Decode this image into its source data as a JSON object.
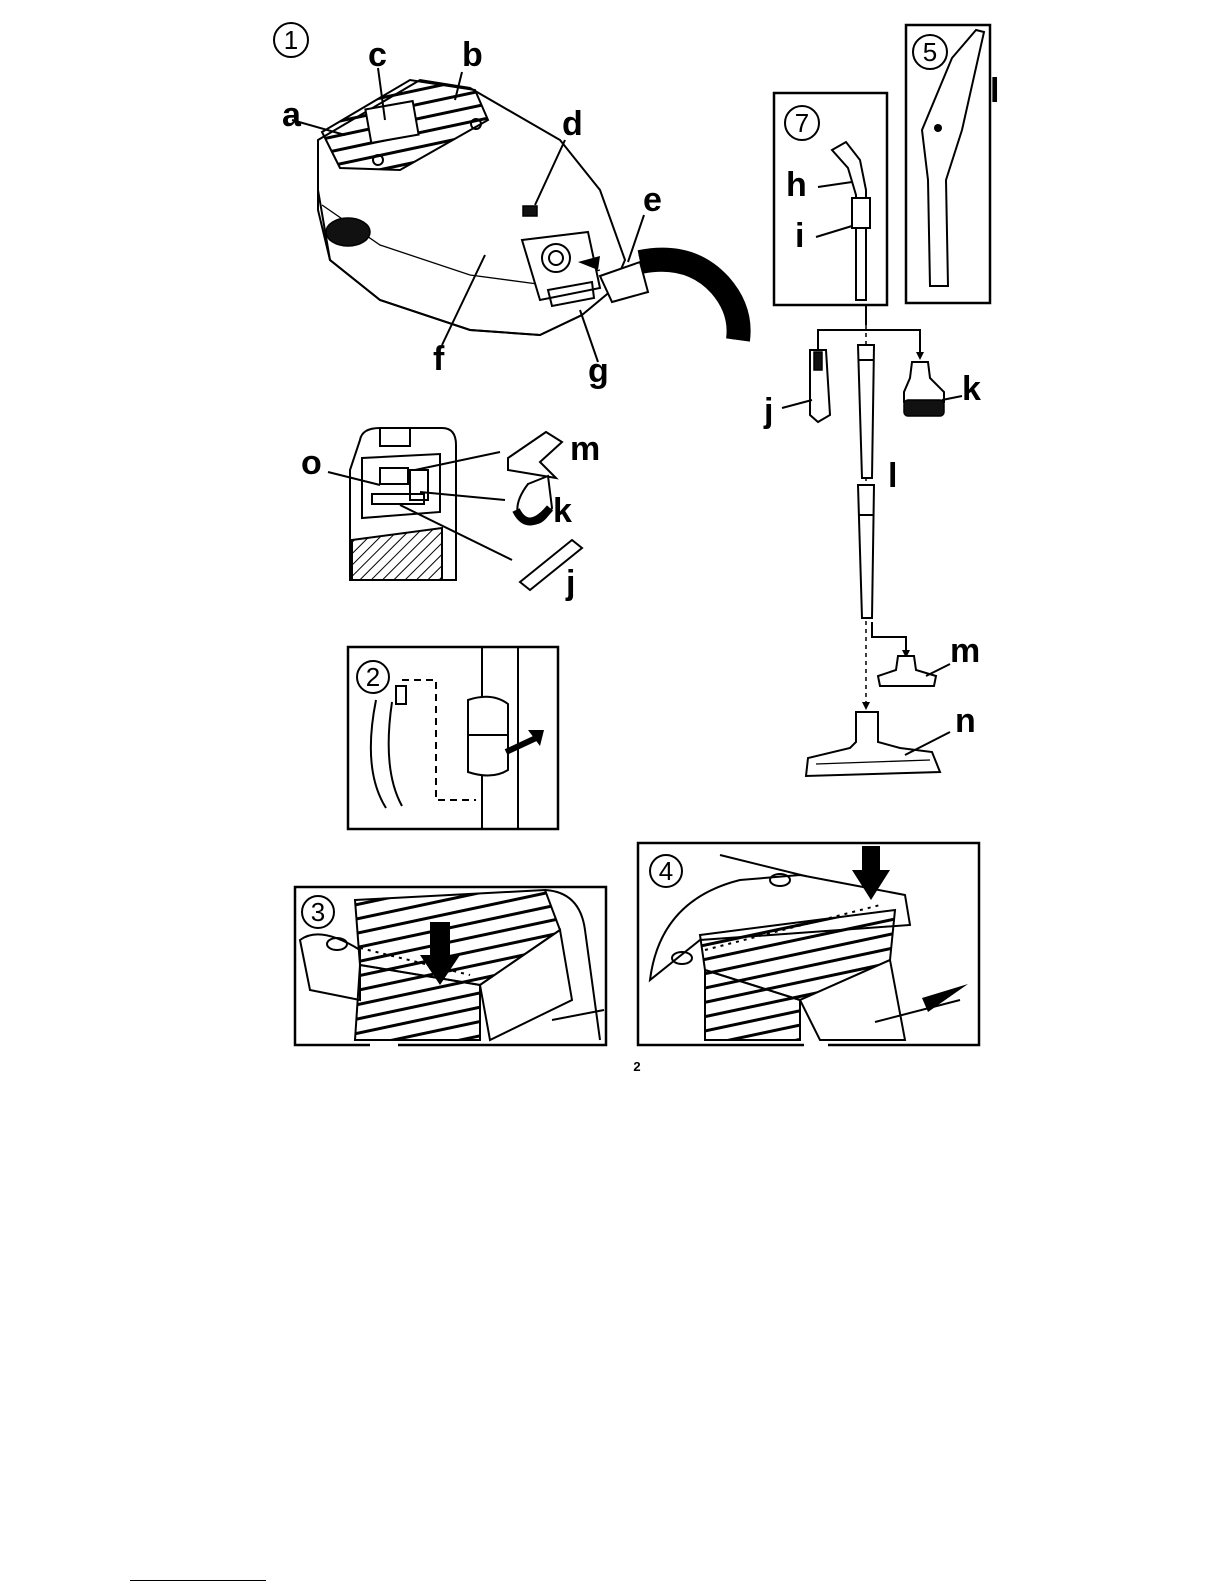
{
  "figures": {
    "fig1": {
      "number": "1",
      "labels": [
        "a",
        "b",
        "c",
        "d",
        "e",
        "f",
        "g"
      ]
    },
    "fig2": {
      "number": "2"
    },
    "fig3": {
      "number": "3"
    },
    "fig4": {
      "number": "4"
    },
    "fig5": {
      "number": "5",
      "labels": [
        "l"
      ]
    },
    "fig7": {
      "number": "7",
      "labels": [
        "h",
        "i"
      ]
    },
    "accessories": {
      "labels": [
        "o",
        "m",
        "k",
        "j"
      ]
    },
    "assembly": {
      "labels": [
        "j",
        "k",
        "l",
        "m",
        "n"
      ]
    }
  },
  "page_number": "2"
}
